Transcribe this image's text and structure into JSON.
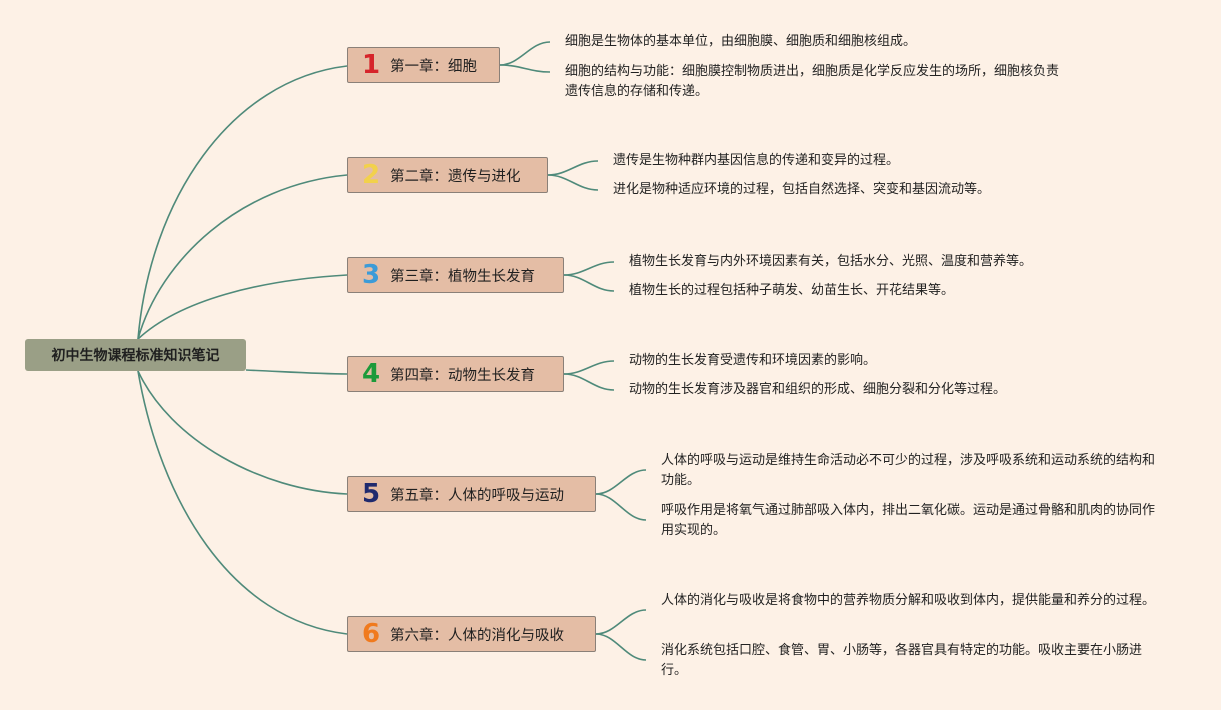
{
  "root": {
    "title": "初中生物课程标准知识笔记"
  },
  "chapters": [
    {
      "number": "1",
      "number_color": "#d6242a",
      "title": "第一章：细胞",
      "notes": [
        "细胞是生物体的基本单位，由细胞膜、细胞质和细胞核组成。",
        "细胞的结构与功能：细胞膜控制物质进出，细胞质是化学反应发生的场所，细胞核负责遗传信息的存储和传递。"
      ]
    },
    {
      "number": "2",
      "number_color": "#f2d14b",
      "title": "第二章：遗传与进化",
      "notes": [
        "遗传是生物种群内基因信息的传递和变异的过程。",
        "进化是物种适应环境的过程，包括自然选择、突变和基因流动等。"
      ]
    },
    {
      "number": "3",
      "number_color": "#3b9bd8",
      "title": "第三章：植物生长发育",
      "notes": [
        "植物生长发育与内外环境因素有关，包括水分、光照、温度和营养等。",
        "植物生长的过程包括种子萌发、幼苗生长、开花结果等。"
      ]
    },
    {
      "number": "4",
      "number_color": "#1c9a3a",
      "title": "第四章：动物生长发育",
      "notes": [
        "动物的生长发育受遗传和环境因素的影响。",
        "动物的生长发育涉及器官和组织的形成、细胞分裂和分化等过程。"
      ]
    },
    {
      "number": "5",
      "number_color": "#1f2a6e",
      "title": "第五章：人体的呼吸与运动",
      "notes": [
        "人体的呼吸与运动是维持生命活动必不可少的过程，涉及呼吸系统和运动系统的结构和功能。",
        "呼吸作用是将氧气通过肺部吸入体内，排出二氧化碳。运动是通过骨骼和肌肉的协同作用实现的。"
      ]
    },
    {
      "number": "6",
      "number_color": "#f07a1e",
      "title": "第六章：人体的消化与吸收",
      "notes": [
        "人体的消化与吸收是将食物中的营养物质分解和吸收到体内，提供能量和养分的过程。",
        "消化系统包括口腔、食管、胃、小肠等，各器官具有特定的功能。吸收主要在小肠进行。"
      ]
    }
  ]
}
